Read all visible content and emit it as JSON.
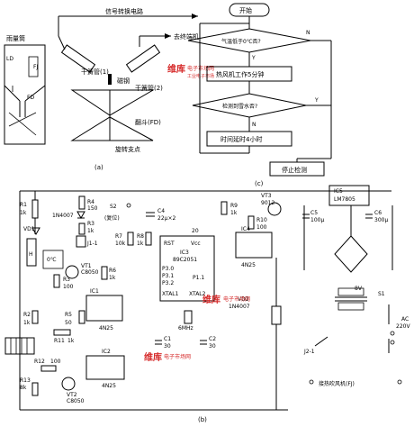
{
  "fig_a": {
    "signal_circuit": "信号转换电路",
    "to_terminal": "去终端机",
    "rain_gauge": "雨量筒",
    "reed1": "干簧管(1)",
    "reed2": "干簧管(2)",
    "magnet": "磁钢",
    "bucket": "翻斗(FD)",
    "pivot": "旋转支点",
    "ld": "LD",
    "fj": "FJ",
    "fd": "FD",
    "label": "(a)"
  },
  "fig_c": {
    "start": "开始",
    "cond_temp": "气温低于0℃否?",
    "fan": "热风机工作5分钟",
    "cond_snow": "检测到雪水否?",
    "delay": "时间延时4小时",
    "stop": "停止检测",
    "yes": "Y",
    "no": "N",
    "label": "(c)"
  },
  "watermark": {
    "brand": "维库",
    "site": "电子市场网",
    "sub": "工业电子市场"
  },
  "fig_b": {
    "r1": "R1",
    "r1v": "1k",
    "d1": "1N4007",
    "vd1": "VD1",
    "r4": "R4",
    "r4v": "150",
    "r3": "R3",
    "r3v": "1k",
    "j1": "J1-1",
    "vt1": "VT1",
    "vt1m": "C8050",
    "r6": "R6",
    "r6v": "1k",
    "r3b": "R3",
    "r3bv": "100",
    "r2": "R2",
    "r2v": "1k",
    "r5": "R5",
    "r5v": "50",
    "ic1": "IC1",
    "ic1m": "4N25",
    "h": "H",
    "zero": "0℃",
    "r11": "R11",
    "r11v": "1k",
    "ic2": "IC2",
    "ic2m": "4N25",
    "r12": "R12",
    "r12v": "100",
    "r13": "R13",
    "r13v": "8k",
    "vt2": "VT2",
    "vt2m": "C8050",
    "s2": "S2",
    "reset": "(复位)",
    "r7": "R7",
    "r7v": "10k",
    "r8": "R8",
    "r8v": "1k",
    "c4": "C4",
    "c4v": "22μ×2",
    "rst": "RST",
    "vcc": "Vcc",
    "ic3": "IC3",
    "ic3m": "89C2051",
    "pin20": "20",
    "p30": "P3.0",
    "p31": "P3.1",
    "p32": "P3.2",
    "p11": "P1.1",
    "xtal1": "XTAL1",
    "xtal2": "XTAL2",
    "c1": "C1",
    "c1v": "30",
    "c2": "C2",
    "c2v": "30",
    "xtal": "6MHz",
    "r9": "R9",
    "r9v": "1k",
    "r10": "R10",
    "r10v": "100",
    "ic4": "IC4",
    "ic4m": "4N25",
    "vt3": "VT3",
    "vt3m": "9012",
    "vd2": "VD2",
    "vd2m": "1N4007",
    "ic5": "IC5",
    "ic5m": "LM7805",
    "c5": "C5",
    "c5v": "100μ",
    "c6": "C6",
    "c6v": "300μ",
    "v8": "8V",
    "s1": "S1",
    "ac": "AC",
    "v220": "220V",
    "j2": "J2-1",
    "fan_fj": "接热吹风机(FJ)",
    "label": "(b)"
  }
}
